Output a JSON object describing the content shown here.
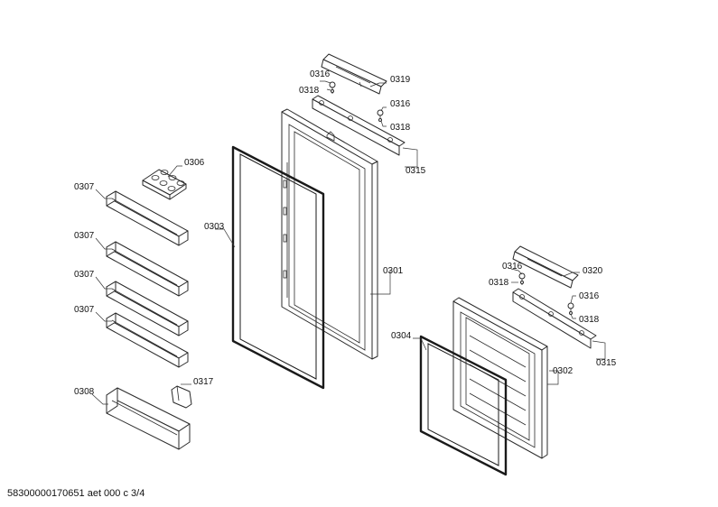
{
  "labels": {
    "p0301": "0301",
    "p0302": "0302",
    "p0303": "0303",
    "p0304": "0304",
    "p0306": "0306",
    "p0307": "0307",
    "p0308": "0308",
    "p0315": "0315",
    "p0316": "0316",
    "p0317": "0317",
    "p0318": "0318",
    "p0319": "0319",
    "p0320": "0320"
  },
  "footer": "58300000170651 aet 000 c 3/4",
  "colors": {
    "line": "#2a2a2a",
    "background": "#ffffff"
  }
}
